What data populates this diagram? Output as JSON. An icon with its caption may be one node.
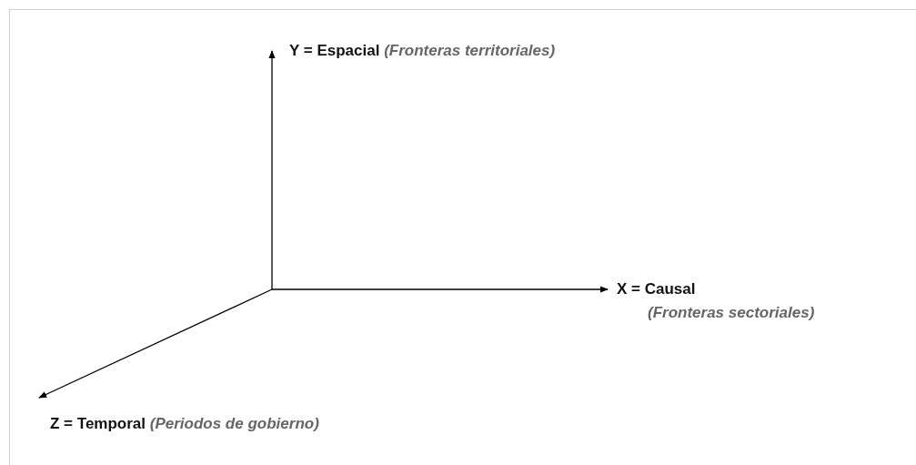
{
  "diagram": {
    "labels": [
      "**Y = Espacial** *(Fronteras territoriales)*",
      "**X = Causal** *(Fronteras sectoriales)*",
      "**Z = Temporal** *(Periodos de gobierno)*"
    ]
  }
}
